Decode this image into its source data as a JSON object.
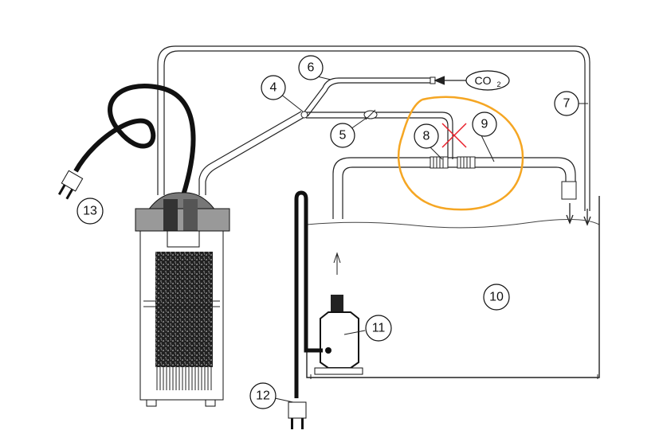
{
  "labels": {
    "n4": "4",
    "n5": "5",
    "n6": "6",
    "n7": "7",
    "n8": "8",
    "n9": "9",
    "n10": "10",
    "n11": "11",
    "n12": "12",
    "n13": "13"
  },
  "co2": {
    "main": "CO",
    "sub": "2"
  },
  "colors": {
    "highlight": "#f5a623",
    "cross": "#e8202a",
    "line": "#222222"
  }
}
